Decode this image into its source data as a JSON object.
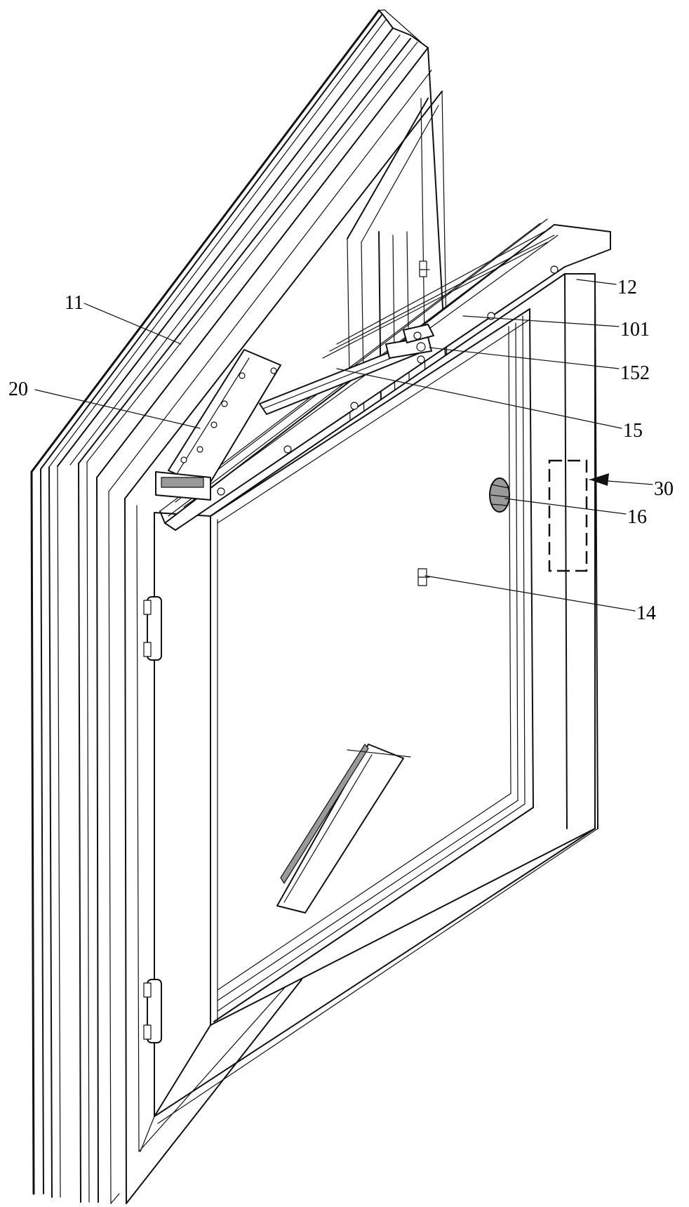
{
  "labels": [
    {
      "id": "label-11",
      "text": "11"
    },
    {
      "id": "label-12",
      "text": "12"
    },
    {
      "id": "label-101",
      "text": "101"
    },
    {
      "id": "label-152",
      "text": "152"
    },
    {
      "id": "label-20",
      "text": "20"
    },
    {
      "id": "label-15",
      "text": "15"
    },
    {
      "id": "label-30",
      "text": "30"
    },
    {
      "id": "label-16",
      "text": "16"
    },
    {
      "id": "label-14",
      "text": "14"
    }
  ],
  "colors": {
    "line": "#111111",
    "background": "#ffffff",
    "shade": "#9a9a9a"
  }
}
